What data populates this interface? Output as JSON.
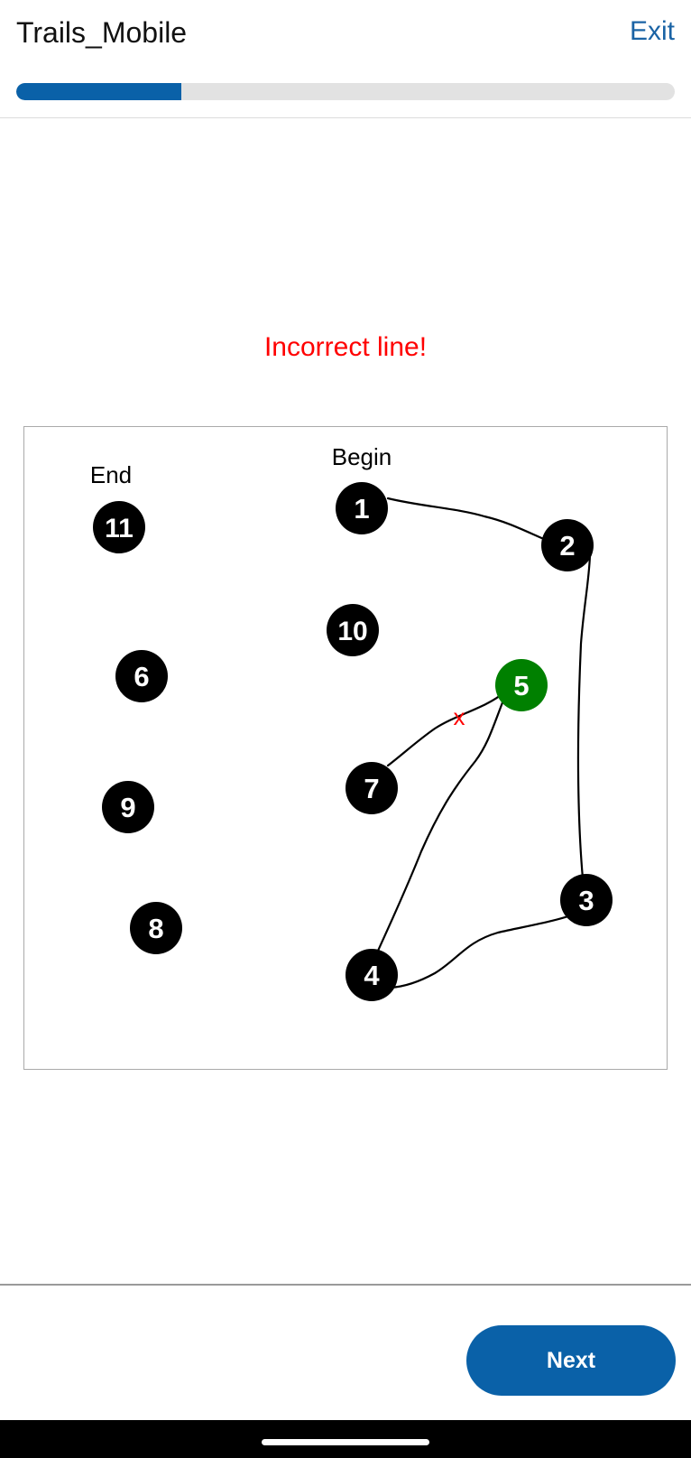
{
  "header": {
    "title": "Trails_Mobile",
    "exit_label": "Exit",
    "progress_fraction": 0.25
  },
  "message": {
    "text": "Incorrect line!",
    "color": "#ff0000"
  },
  "board": {
    "begin_label": "Begin",
    "end_label": "End",
    "error_mark": "x",
    "nodes": [
      {
        "label": "1",
        "state": "default"
      },
      {
        "label": "2",
        "state": "default"
      },
      {
        "label": "3",
        "state": "default"
      },
      {
        "label": "4",
        "state": "default"
      },
      {
        "label": "5",
        "state": "current"
      },
      {
        "label": "6",
        "state": "default"
      },
      {
        "label": "7",
        "state": "default"
      },
      {
        "label": "8",
        "state": "default"
      },
      {
        "label": "9",
        "state": "default"
      },
      {
        "label": "10",
        "state": "default"
      },
      {
        "label": "11",
        "state": "default"
      }
    ],
    "colors": {
      "node": "#000000",
      "current_node": "#008000",
      "error": "#ff0000"
    }
  },
  "footer": {
    "next_label": "Next"
  },
  "colors": {
    "accent": "#0a61a8"
  }
}
